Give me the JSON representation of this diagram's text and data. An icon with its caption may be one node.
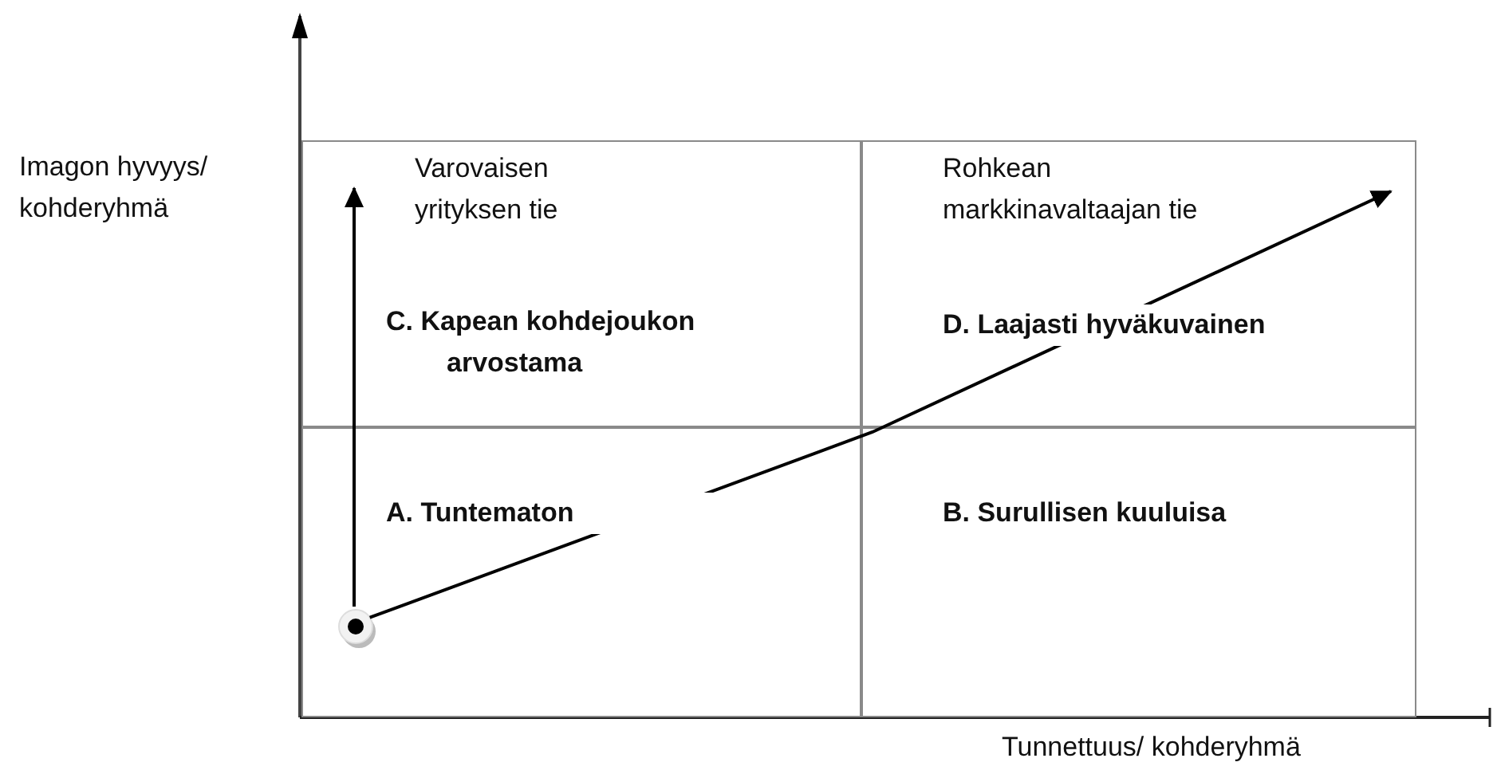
{
  "diagram": {
    "nodes": [
      {
        "text": [
          "Varovaisen yrityksen tie",
          "C. Kapean kohdejoukon arvostama"
        ]
      },
      {
        "text": [
          "Rohkean markkinavaltaajan tie",
          "D. Laajasti hyväkuvainen"
        ]
      },
      {
        "text": [
          "A. Tuntematon"
        ]
      },
      {
        "text": [
          "B. Surullisen kuuluisa"
        ]
      },
      {
        "text": [],
        "shape": "circle",
        "in": 2
      }
    ],
    "edges": [
      {
        "from": 4,
        "to": 0,
        "arrow": "to"
      },
      {
        "from": 4,
        "to": 1,
        "arrow": "to"
      }
    ],
    "labels": [
      "Imagon hyvyys/ kohderyhmä",
      "Tunnettuus/ kohderyhmä"
    ]
  }
}
